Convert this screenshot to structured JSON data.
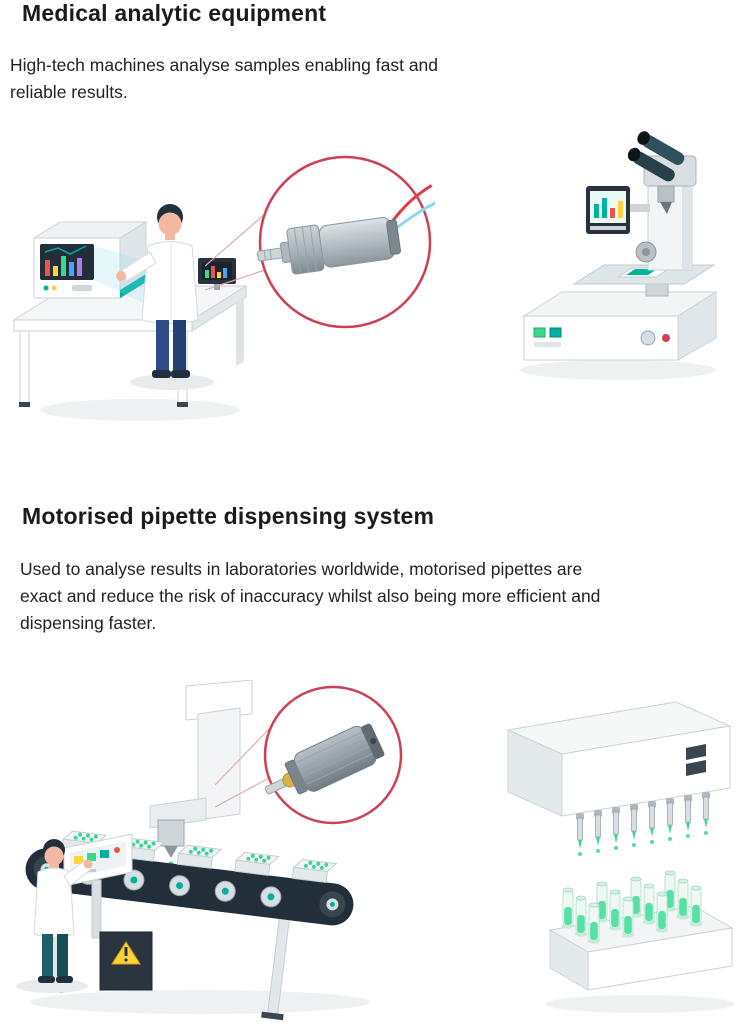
{
  "sections": [
    {
      "heading": "Medical analytic equipment",
      "body_lines": [
        "High-tech machines analyse samples enabling fast and",
        "reliable results."
      ]
    },
    {
      "heading": "Motorised pipette dispensing system",
      "body_lines": [
        "Used to analyse results in laboratories worldwide, motorised pipettes are",
        "exact and reduce the risk of inaccuracy whilst also being more efficient and",
        "dispensing faster."
      ]
    }
  ],
  "colors": {
    "accent_teal": "#00b1a0",
    "callout_red": "#cf3f55",
    "sample_green": "#3fd39b",
    "dark_navy": "#222e3a",
    "heading_text": "#1b1b1b",
    "body_text": "#222222"
  }
}
